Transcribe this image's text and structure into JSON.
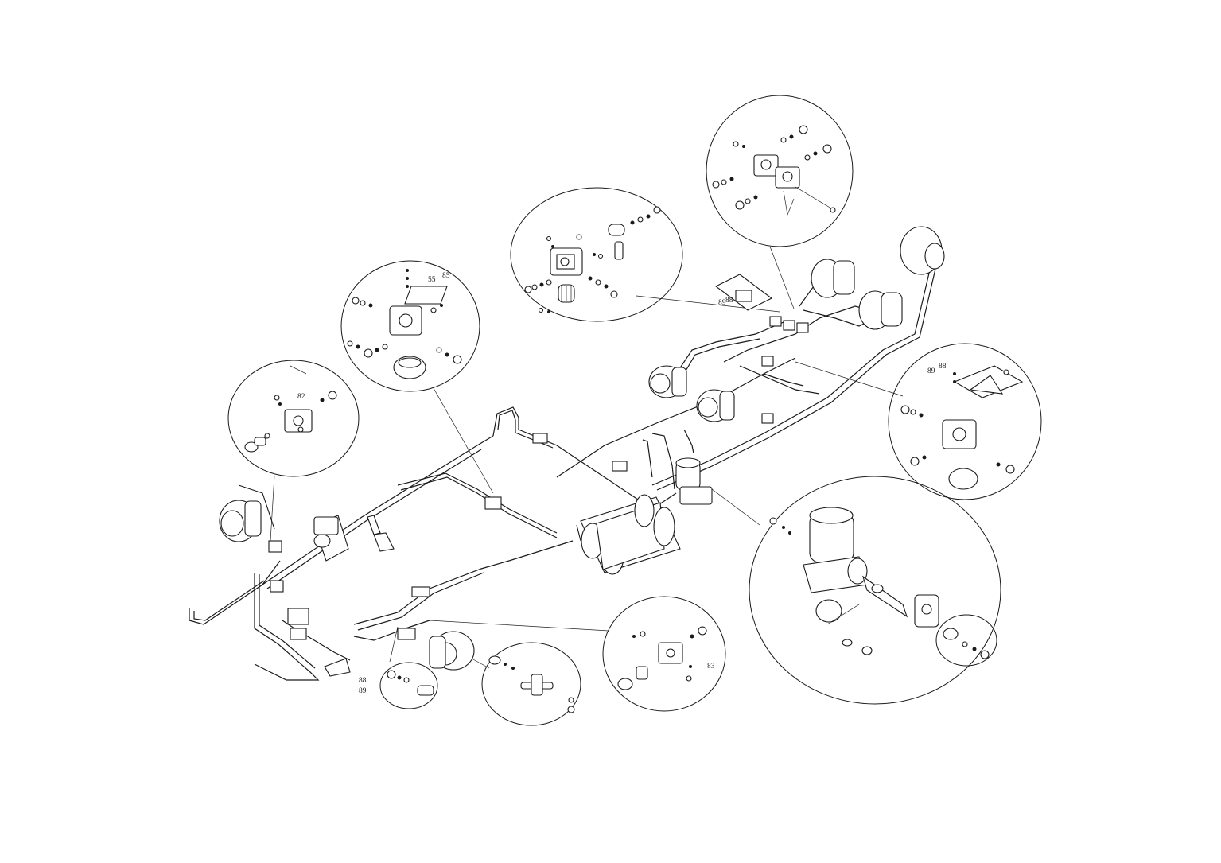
{
  "figure": {
    "callouts": [
      {
        "id": "c55",
        "text": "55"
      },
      {
        "id": "c85",
        "text": "85"
      },
      {
        "id": "c82",
        "text": "82"
      },
      {
        "id": "c89a",
        "text": "89"
      },
      {
        "id": "c88a",
        "text": "88"
      },
      {
        "id": "c89b",
        "text": "89"
      },
      {
        "id": "c88b",
        "text": "88"
      },
      {
        "id": "c88c",
        "text": "88"
      },
      {
        "id": "c89c",
        "text": "89"
      },
      {
        "id": "c83",
        "text": "83"
      }
    ]
  },
  "colors": {
    "line": "#1a1a1a",
    "background": "#ffffff"
  }
}
